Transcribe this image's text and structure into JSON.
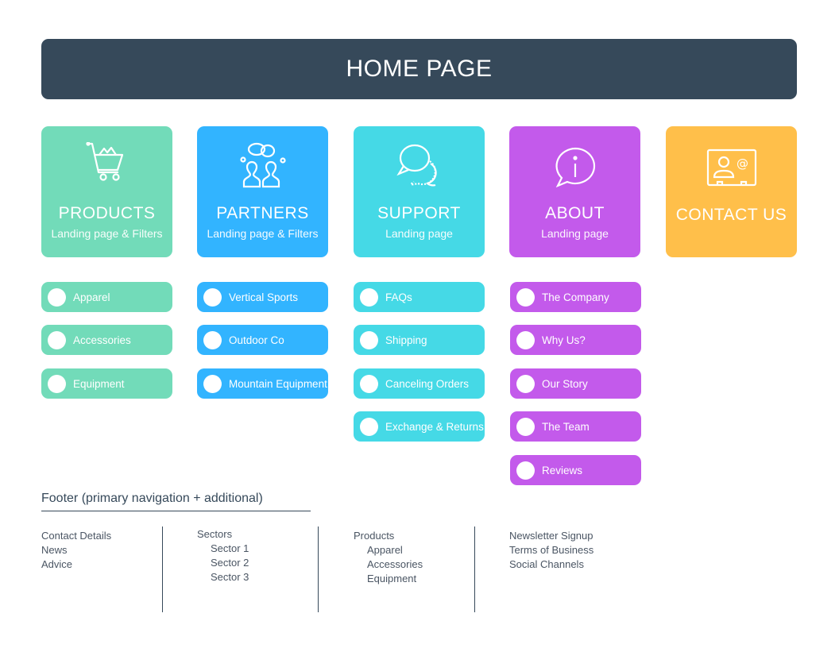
{
  "header": {
    "title": "HOME PAGE"
  },
  "colors": {
    "header": "#36495a",
    "products": "#72dbb9",
    "partners": "#32b4ff",
    "support": "#45d9e6",
    "about": "#c35aeb",
    "contact": "#ffbf4a"
  },
  "cards": [
    {
      "title": "PRODUCTS",
      "subtitle": "Landing page & Filters",
      "icon": "shopping-cart-icon"
    },
    {
      "title": "PARTNERS",
      "subtitle": "Landing page & Filters",
      "icon": "people-chat-icon"
    },
    {
      "title": "SUPPORT",
      "subtitle": "Landing page",
      "icon": "speech-bubbles-icon"
    },
    {
      "title": "ABOUT",
      "subtitle": "Landing page",
      "icon": "info-bubble-icon"
    },
    {
      "title": "CONTACT US",
      "icon": "contact-card-icon"
    }
  ],
  "subpages": [
    [
      "Apparel",
      "Accessories",
      "Equipment"
    ],
    [
      "Vertical Sports",
      "Outdoor Co",
      "Mountain Equipment"
    ],
    [
      "FAQs",
      "Shipping",
      "Canceling Orders",
      "Exchange & Returns"
    ],
    [
      "The Company",
      "Why Us?",
      "Our Story",
      "The Team",
      "Reviews"
    ]
  ],
  "footer": {
    "title": "Footer (primary navigation + additional)",
    "col1": [
      "Contact Details",
      "News",
      "Advice"
    ],
    "col2": {
      "heading": "Sectors",
      "items": [
        "Sector 1",
        "Sector 2",
        "Sector 3"
      ]
    },
    "col3": {
      "heading": "Products",
      "items": [
        "Apparel",
        "Accessories",
        "Equipment"
      ]
    },
    "col4": [
      "Newsletter Signup",
      "Terms of Business",
      "Social Channels"
    ]
  }
}
